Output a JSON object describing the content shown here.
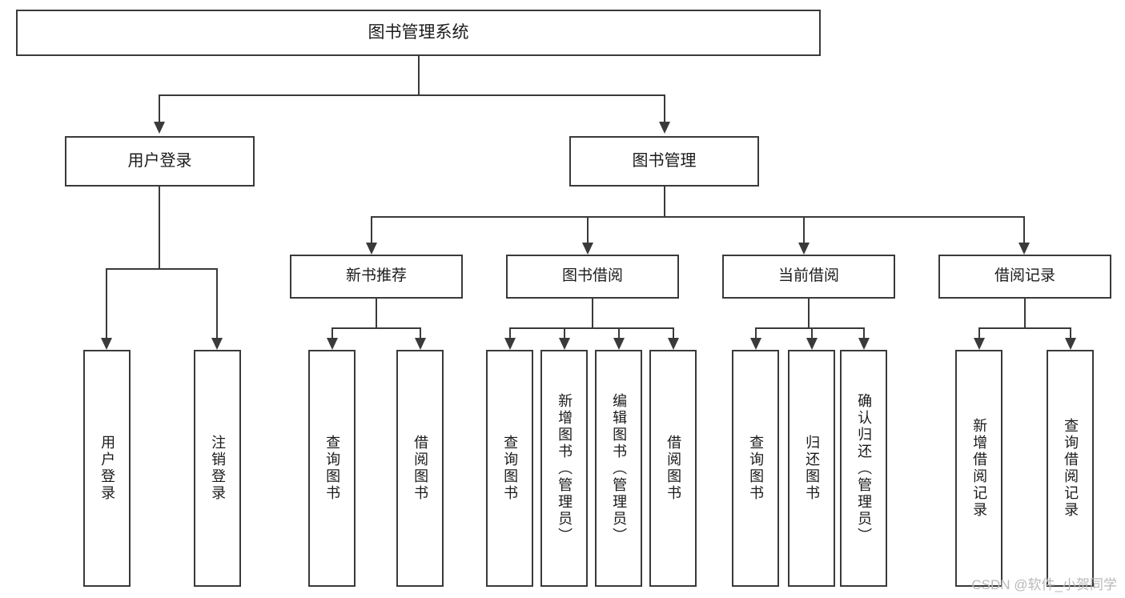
{
  "diagram": {
    "title": "图书管理系统",
    "type": "hierarchy-tree",
    "root": {
      "id": "root",
      "label": "图书管理系统"
    },
    "level2": [
      {
        "id": "user-login",
        "label": "用户登录"
      },
      {
        "id": "book-management",
        "label": "图书管理"
      }
    ],
    "level3": [
      {
        "id": "new-book-recommend",
        "label": "新书推荐"
      },
      {
        "id": "book-borrow",
        "label": "图书借阅"
      },
      {
        "id": "current-borrow",
        "label": "当前借阅"
      },
      {
        "id": "borrow-record",
        "label": "借阅记录"
      }
    ],
    "leaves": [
      {
        "id": "leaf-user-login",
        "parent": "user-login",
        "label": "用户登录"
      },
      {
        "id": "leaf-logout",
        "parent": "user-login",
        "label": "注销登录"
      },
      {
        "id": "leaf-query-book-1",
        "parent": "new-book-recommend",
        "label": "查询图书"
      },
      {
        "id": "leaf-borrow-book-1",
        "parent": "new-book-recommend",
        "label": "借阅图书"
      },
      {
        "id": "leaf-query-book-2",
        "parent": "book-borrow",
        "label": "查询图书"
      },
      {
        "id": "leaf-add-book",
        "parent": "book-borrow",
        "label": "新增图书（管理员）"
      },
      {
        "id": "leaf-edit-book",
        "parent": "book-borrow",
        "label": "编辑图书（管理员）"
      },
      {
        "id": "leaf-borrow-book-2",
        "parent": "book-borrow",
        "label": "借阅图书"
      },
      {
        "id": "leaf-query-book-3",
        "parent": "current-borrow",
        "label": "查询图书"
      },
      {
        "id": "leaf-return-book",
        "parent": "current-borrow",
        "label": "归还图书"
      },
      {
        "id": "leaf-confirm-return",
        "parent": "current-borrow",
        "label": "确认归还（管理员）"
      },
      {
        "id": "leaf-add-record",
        "parent": "borrow-record",
        "label": "新增借阅记录"
      },
      {
        "id": "leaf-query-record",
        "parent": "borrow-record",
        "label": "查询借阅记录"
      }
    ]
  },
  "watermark": {
    "text": "CSDN @软件_小贺同学"
  },
  "colors": {
    "stroke": "#3a3a3a",
    "text": "#1b1b1b",
    "background": "#ffffff",
    "watermark": "#b9b9b9"
  }
}
